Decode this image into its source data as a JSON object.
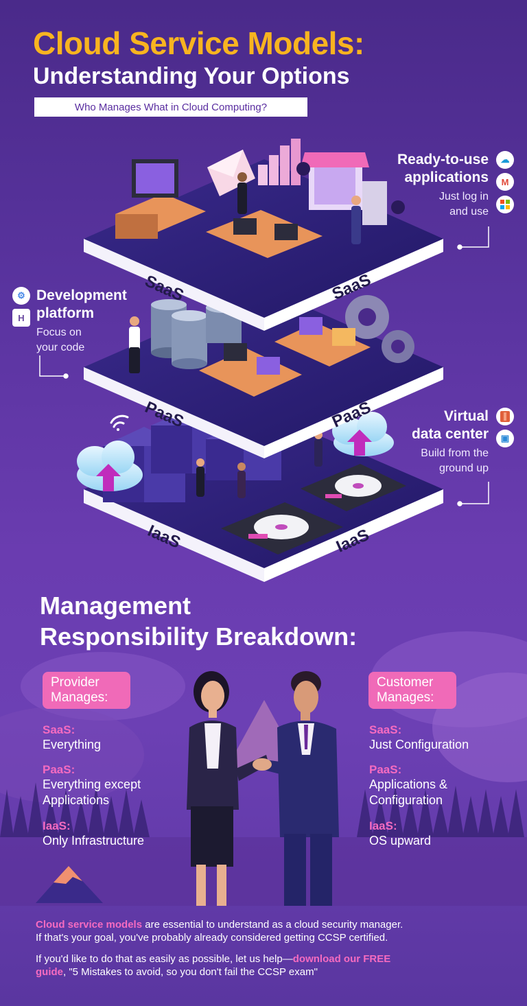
{
  "header": {
    "title": "Cloud Service Models:",
    "subtitle": "Understanding Your Options",
    "tagline": "Who Manages What in Cloud Computing?"
  },
  "layers": {
    "saas_left": "SaaS",
    "saas_right": "SaaS",
    "paas_left": "PaaS",
    "paas_right": "PaaS",
    "iaas_left": "IaaS",
    "iaas_right": "IaaS"
  },
  "callouts": {
    "saas": {
      "title_line1": "Ready-to-use",
      "title_line2": "applications",
      "sub_line1": "Just log in",
      "sub_line2": "and use",
      "icons": [
        "salesforce-icon",
        "gmail-icon",
        "microsoft-icon"
      ]
    },
    "paas": {
      "title_line1": "Development",
      "title_line2": "platform",
      "sub_line1": "Focus on",
      "sub_line2": "your code",
      "icons": [
        "app-engine-icon",
        "heroku-icon"
      ]
    },
    "iaas": {
      "title_line1": "Virtual",
      "title_line2": "data center",
      "sub_line1": "Build from the",
      "sub_line2": "ground up",
      "icons": [
        "aws-icon",
        "azure-vm-icon"
      ]
    }
  },
  "management": {
    "title_line1": "Management",
    "title_line2": "Responsibility Breakdown:",
    "provider": {
      "label_line1": "Provider",
      "label_line2": "Manages:",
      "items": [
        {
          "head": "SaaS:",
          "line1": "Everything",
          "line2": ""
        },
        {
          "head": "PaaS:",
          "line1": "Everything except",
          "line2": "Applications"
        },
        {
          "head": "IaaS:",
          "line1": "Only Infrastructure",
          "line2": ""
        }
      ]
    },
    "customer": {
      "label_line1": "Customer",
      "label_line2": "Manages:",
      "items": [
        {
          "head": "SaaS:",
          "line1": "Just Configuration",
          "line2": ""
        },
        {
          "head": "PaaS:",
          "line1": "Applications &",
          "line2": "Configuration"
        },
        {
          "head": "IaaS:",
          "line1": "OS upward",
          "line2": ""
        }
      ]
    }
  },
  "footer": {
    "p1_highlight": "Cloud service models",
    "p1_rest": " are essential to understand as a cloud security manager.",
    "p1_line2": "If that's your goal, you've probably already considered getting CCSP certified.",
    "p2_start": "If you'd like to do that as easily as possible, let us help—",
    "p2_link_a": "download our FREE",
    "p2_link_b": "guide",
    "p2_end": ", \"5 Mistakes to avoid, so you don't fail the CCSP exam\""
  },
  "colors": {
    "title": "#f8b420",
    "accent_pink": "#f56bc0",
    "pill": "#f06ab8",
    "platform_top": "#2a1f6e",
    "background": "#5a34a0"
  }
}
